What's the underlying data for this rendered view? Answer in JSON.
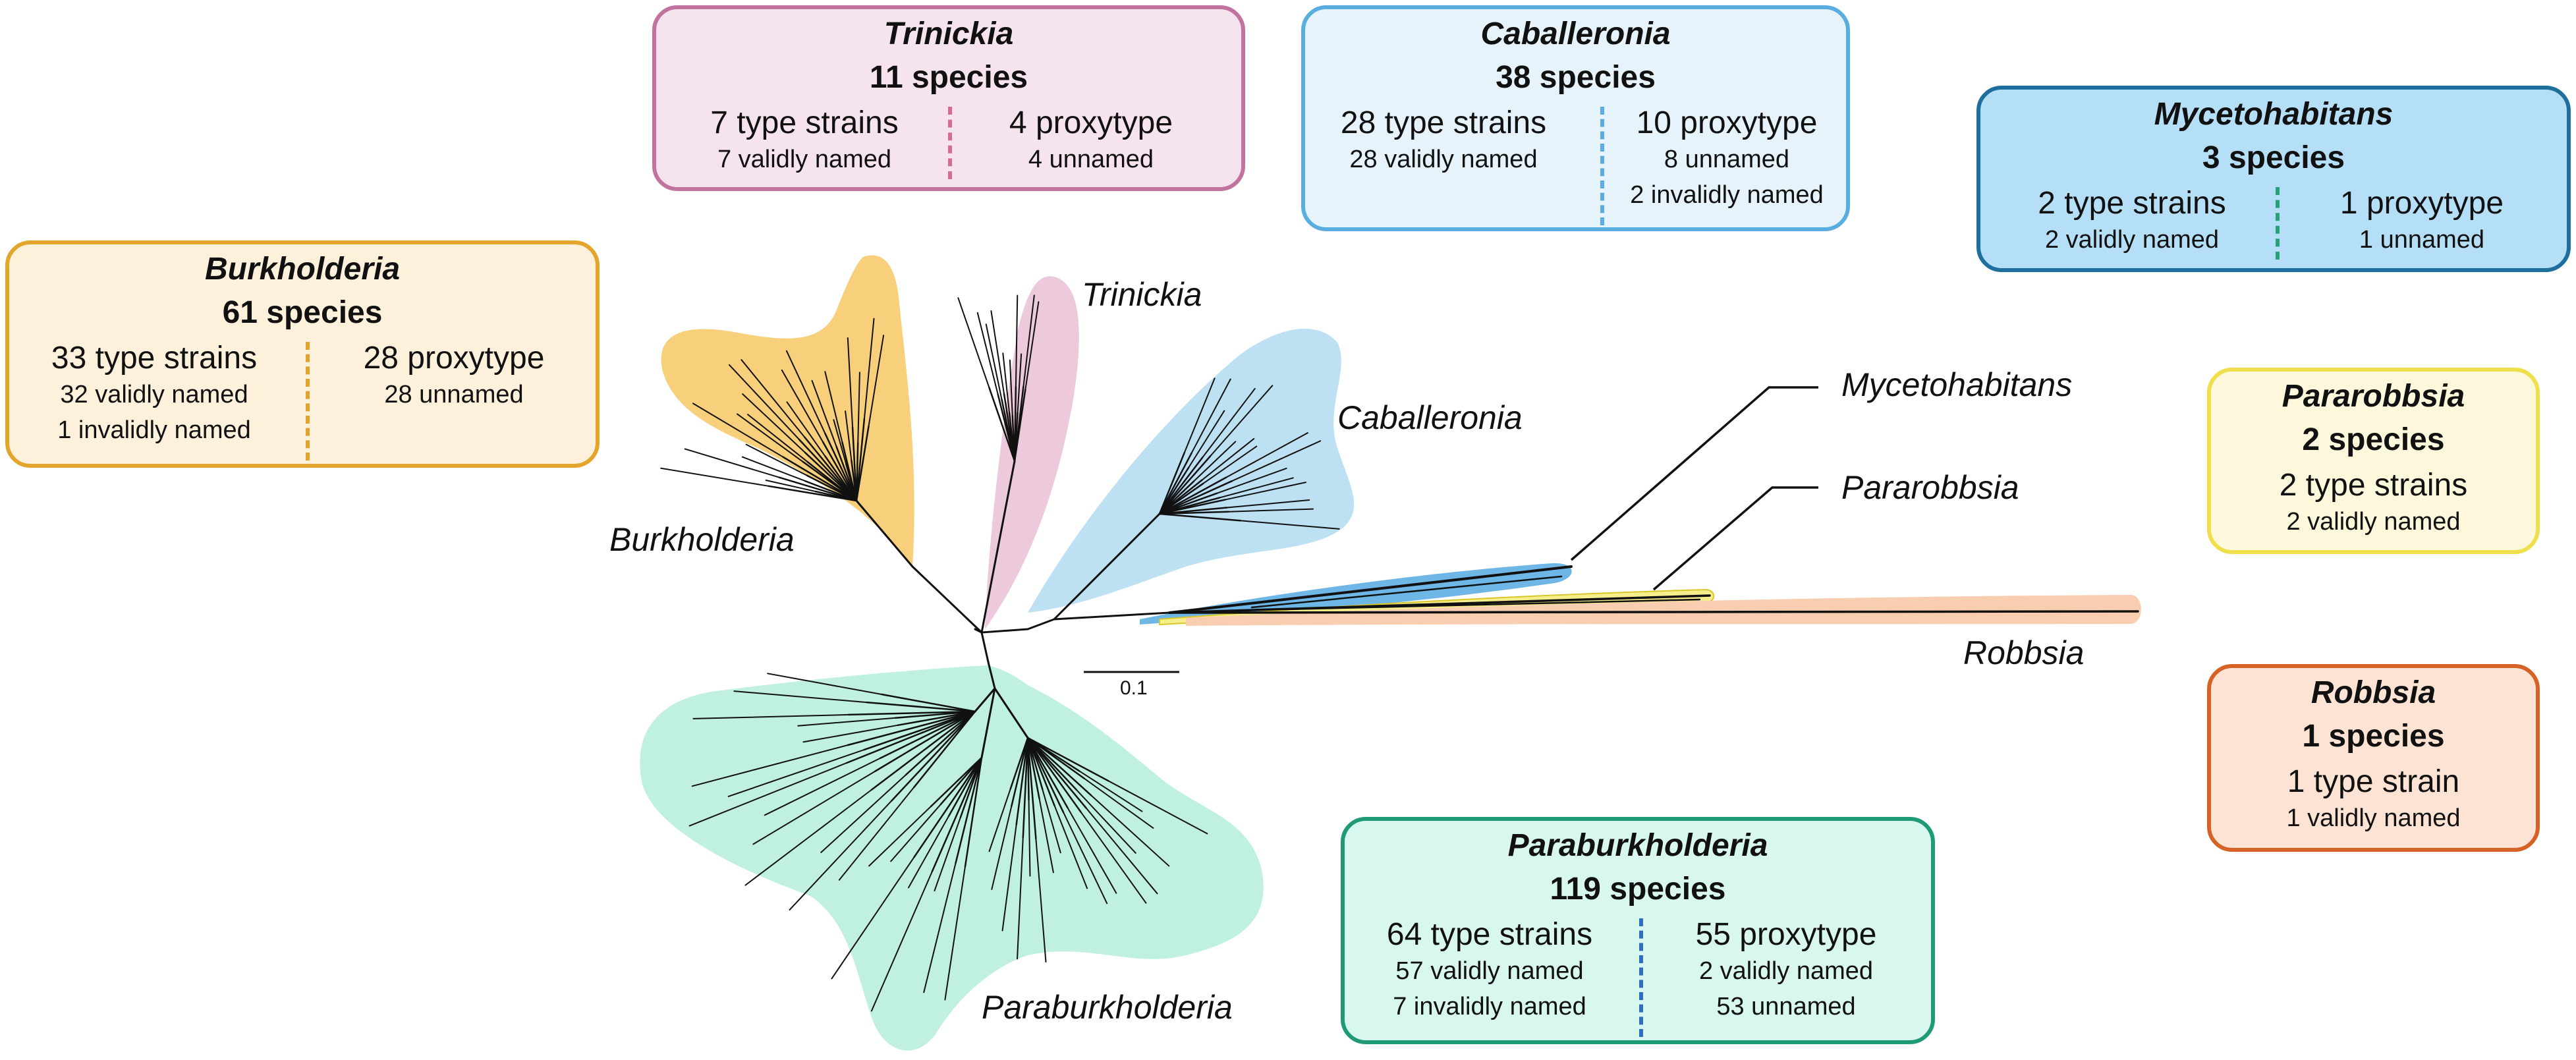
{
  "boxes": {
    "trinickia": {
      "genus": "Trinickia",
      "total": "11 species",
      "left": {
        "head": "7 type strains",
        "lines": [
          "7 validly named"
        ]
      },
      "right": {
        "head": "4 proxytype",
        "lines": [
          "4 unnamed"
        ]
      },
      "border_color": "#c0739f",
      "fill_color": "#f5e3ee",
      "divider_color": "#d66a98"
    },
    "caballeronia": {
      "genus": "Caballeronia",
      "total": "38 species",
      "left": {
        "head": "28 type strains",
        "lines": [
          "28 validly named"
        ]
      },
      "right": {
        "head": "10 proxytype",
        "lines": [
          "8 unnamed",
          "2 invalidly named"
        ]
      },
      "border_color": "#5aaedf",
      "fill_color": "#e6f3fb",
      "divider_color": "#5aaedf"
    },
    "mycetohabitans": {
      "genus": "Mycetohabitans",
      "total": "3 species",
      "left": {
        "head": "2 type strains",
        "lines": [
          "2 validly named"
        ]
      },
      "right": {
        "head": "1 proxytype",
        "lines": [
          "1 unnamed"
        ]
      },
      "border_color": "#1f6f9e",
      "fill_color": "#b5def7",
      "divider_color": "#2aa07a"
    },
    "burkholderia": {
      "genus": "Burkholderia",
      "total": "61 species",
      "left": {
        "head": "33 type strains",
        "lines": [
          "32 validly named",
          "1 invalidly named"
        ]
      },
      "right": {
        "head": "28 proxytype",
        "lines": [
          "28 unnamed"
        ]
      },
      "border_color": "#e3a52c",
      "fill_color": "#fdf1dc",
      "divider_color": "#e0a52a"
    },
    "pararobbsia": {
      "genus": "Pararobbsia",
      "total": "2 species",
      "single": {
        "head": "2 type strains",
        "lines": [
          "2 validly named"
        ]
      },
      "border_color": "#efdf4a",
      "fill_color": "#fdf8dc"
    },
    "robbsia": {
      "genus": "Robbsia",
      "total": "1 species",
      "single": {
        "head": "1 type strain",
        "lines": [
          "1 validly named"
        ]
      },
      "border_color": "#d66325",
      "fill_color": "#fde3d4"
    },
    "paraburkholderia": {
      "genus": "Paraburkholderia",
      "total": "119 species",
      "left": {
        "head": "64 type strains",
        "lines": [
          "57 validly named",
          "7 invalidly named"
        ]
      },
      "right": {
        "head": "55 proxytype",
        "lines": [
          "2 validly named",
          "53 unnamed"
        ]
      },
      "border_color": "#1f9a76",
      "fill_color": "#d8f7ee",
      "divider_color": "#2f6fc1"
    }
  },
  "clade_labels": {
    "trinickia": "Trinickia",
    "caballeronia": "Caballeronia",
    "burkholderia": "Burkholderia",
    "mycetohabitans": "Mycetohabitans",
    "pararobbsia": "Pararobbsia",
    "robbsia": "Robbsia",
    "paraburkholderia": "Paraburkholderia"
  },
  "clade_colors": {
    "burkholderia": "#f8cf7a",
    "trinickia": "#edc9dc",
    "caballeronia": "#bde0f3",
    "mycetohabitans": "#6db6e6",
    "pararobbsia": "#f6ee8a",
    "robbsia": "#f9cdb0",
    "paraburkholderia": "#bff0e0"
  },
  "scale_bar": {
    "label": "0.1"
  }
}
